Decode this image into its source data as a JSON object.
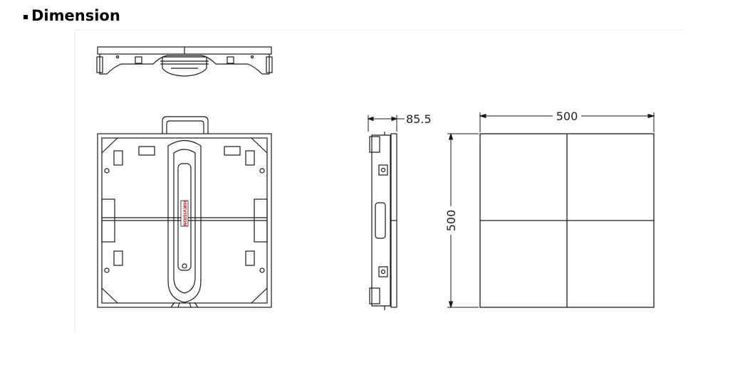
{
  "section": {
    "title": "Dimension"
  },
  "drawing": {
    "depth_label": "85.5",
    "width_label": "500",
    "height_label": "500",
    "logo_text": "HIKVISION",
    "logo_color": "#d0202a",
    "line_color": "#1a1a1a",
    "frame_color": "#eef0f4"
  }
}
